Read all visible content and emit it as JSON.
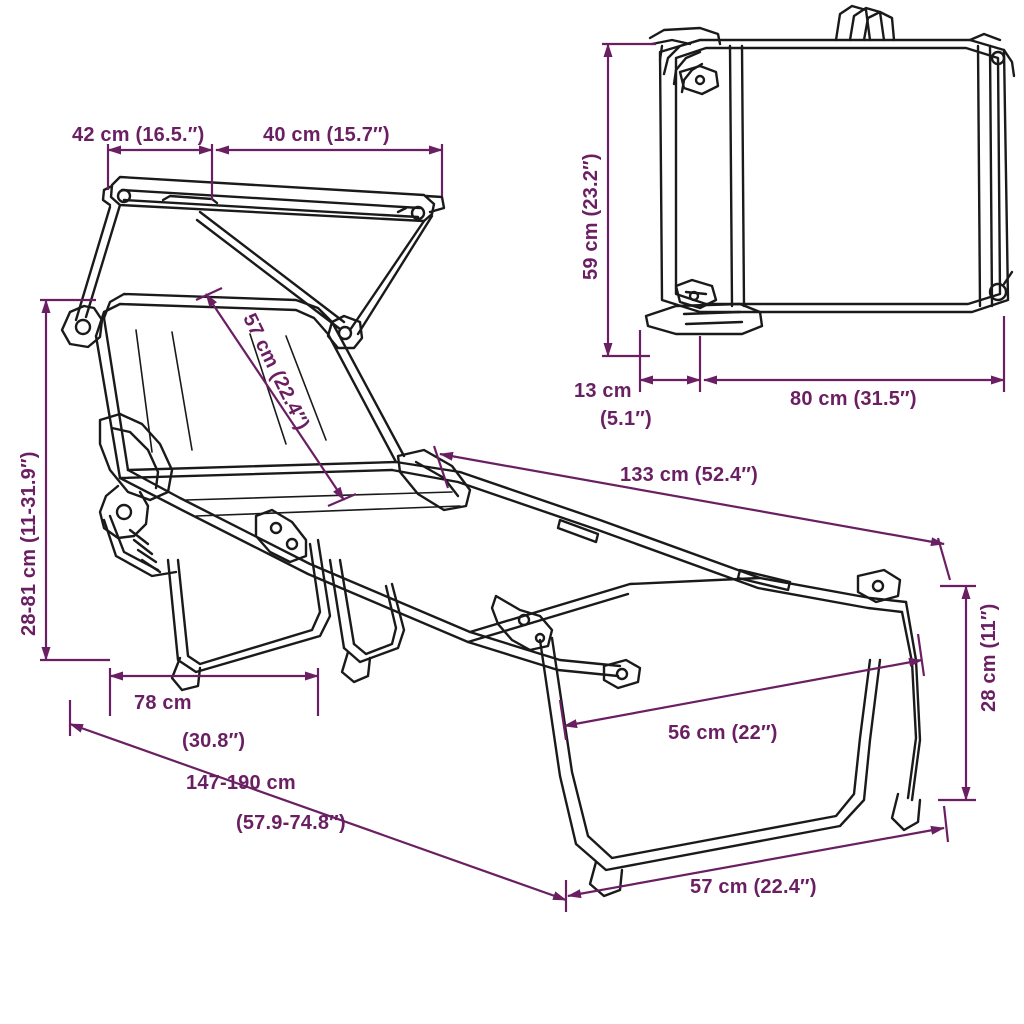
{
  "diagram": {
    "title": "Folding sun lounger with canopy — dimensioned technical drawing",
    "colors": {
      "outline": "#1a1a1a",
      "dimension": "#6b1f63",
      "background": "#ffffff"
    },
    "views": [
      {
        "name": "main-view",
        "description": "Side three-quarter view of unfolded sun lounger with sun canopy"
      },
      {
        "name": "folded-view",
        "description": "Top view of folded lounger"
      }
    ],
    "dimensions": {
      "canopy_depth": "42 cm (16.5.″)",
      "canopy_width": "40 cm (15.7″)",
      "backrest_length": "57 cm (22.4″)",
      "seat_height_range": "28-81 cm (11-31.9″)",
      "foot_depth": "78 cm (30.8″)",
      "total_length_range": "147-190 cm (57.9-74.8″)",
      "bed_length": "133 cm (52.4″)",
      "frame_width_mid": "56 cm (22″)",
      "frame_width_front": "57 cm (22.4″)",
      "leg_height": "28 cm (11″)",
      "folded_height": "59 cm (23.2″)",
      "folded_thickness": "13 cm (5.1″)",
      "folded_width": "80 cm (31.5″)"
    },
    "labels": {
      "canopy_depth_line1": "42 cm (16.5.″)",
      "canopy_width_line1": "40 cm (15.7″)",
      "backrest": "57 cm (22.4″)",
      "height_range": "28-81 cm (11-31.9″)",
      "foot_depth_line1": "78 cm",
      "foot_depth_line2": "(30.8″)",
      "total_length_line1": "147-190 cm",
      "total_length_line2": "(57.9-74.8″)",
      "bed_length": "133 cm (52.4″)",
      "width_mid": "56 cm (22″)",
      "width_front": "57 cm (22.4″)",
      "leg_height": "28 cm (11″)",
      "folded_height": "59 cm (23.2″)",
      "folded_thickness_line1": "13 cm",
      "folded_thickness_line2": "(5.1″)",
      "folded_width": "80 cm (31.5″)"
    }
  }
}
